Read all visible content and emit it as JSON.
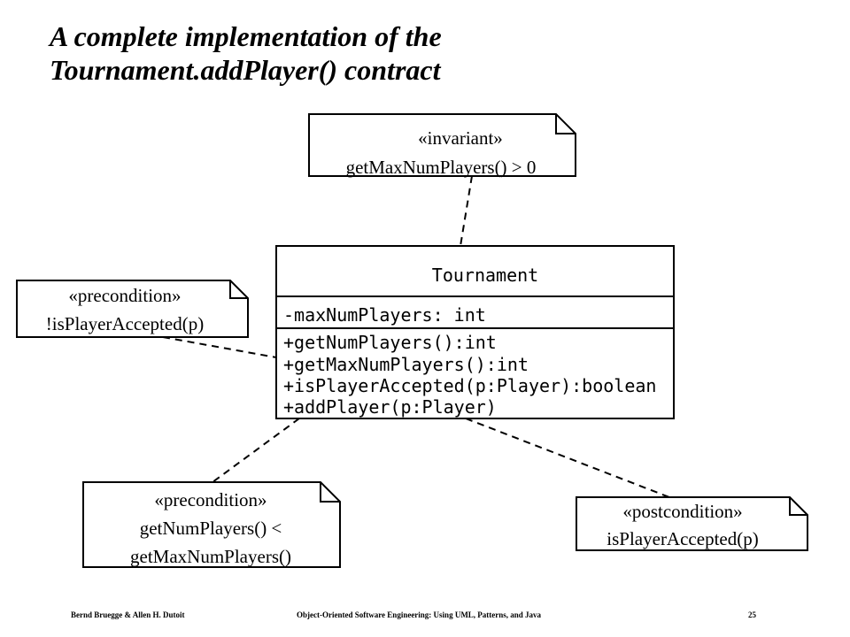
{
  "title": {
    "line1": "A complete implementation of the",
    "line2": "Tournament.addPlayer() contract"
  },
  "diagram": {
    "invariant_note": {
      "stereotype": "«invariant»",
      "expression": "getMaxNumPlayers() > 0"
    },
    "precondition_note_1": {
      "stereotype": "«precondition»",
      "expression": "!isPlayerAccepted(p)"
    },
    "precondition_note_2": {
      "stereotype": "«precondition»",
      "expression_line1": "getNumPlayers() <",
      "expression_line2": "getMaxNumPlayers()"
    },
    "postcondition_note": {
      "stereotype": "«postcondition»",
      "expression": "isPlayerAccepted(p)"
    },
    "class": {
      "name": "Tournament",
      "attributes": [
        "-maxNumPlayers: int"
      ],
      "operations": [
        "+getNumPlayers():int",
        "+getMaxNumPlayers():int",
        "+isPlayerAccepted(p:Player):boolean",
        "+addPlayer(p:Player)"
      ]
    }
  },
  "footer": {
    "authors": "Bernd Bruegge & Allen H. Dutoit",
    "book": "Object-Oriented Software Engineering: Using UML, Patterns, and Java",
    "page": "25"
  }
}
